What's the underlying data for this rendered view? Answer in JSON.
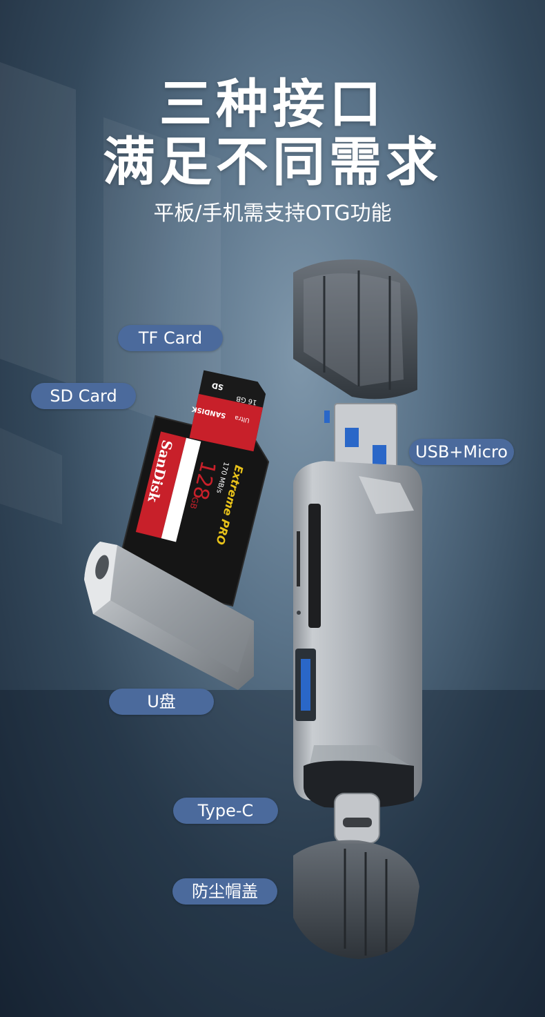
{
  "headline": {
    "line1": "三种接口",
    "line2": "满足不同需求",
    "subtitle": "平板/手机需支持OTG功能"
  },
  "labels": {
    "tf_card": "TF Card",
    "sd_card": "SD Card",
    "usb_micro": "USB+Micro",
    "u_disk": "U盘",
    "type_c": "Type-C",
    "dust_cap": "防尘帽盖"
  },
  "sd_card": {
    "brand": "SanDisk",
    "series": "Extreme PRO",
    "capacity": "128",
    "unit": "GB",
    "speed": "170 MB/s"
  },
  "tf_card": {
    "brand": "SANDISK",
    "series": "Ultra",
    "capacity": "16 GB",
    "logo": "SD"
  },
  "colors": {
    "pill": "#4b6a9c",
    "card_red": "#c8202a",
    "card_black": "#1a1a1a",
    "metal": "#a8adb3",
    "cap_gray": "#4a5056"
  }
}
